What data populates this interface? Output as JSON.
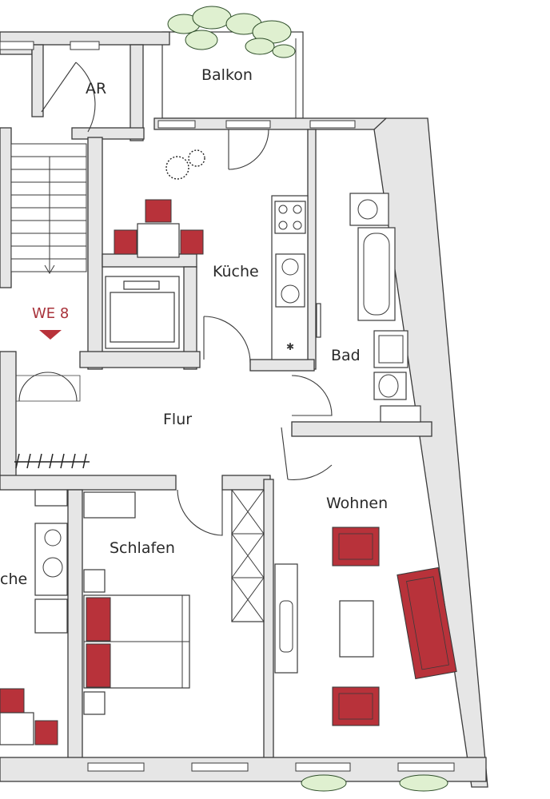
{
  "unit_label": "WE 8",
  "rooms": {
    "balkon": "Balkon",
    "ar": "AR",
    "kueche": "Küche",
    "bad": "Bad",
    "flur": "Flur",
    "wohnen": "Wohnen",
    "schlafen": "Schlafen",
    "kueche_neighbor": "che"
  },
  "colors": {
    "furniture": "#b8323a",
    "wall_fill": "#e6e6e6",
    "line": "#3a3a3a",
    "unit_label": "#a8323a",
    "plant": "#2f4f2a"
  },
  "icons": [
    "entrance-marker-icon",
    "plant-icon",
    "stove-icon",
    "sink-icon",
    "bathtub-icon",
    "toilet-icon",
    "wardrobe-icon",
    "tv-icon",
    "bed-icon",
    "sofa-icon",
    "armchair-icon"
  ]
}
